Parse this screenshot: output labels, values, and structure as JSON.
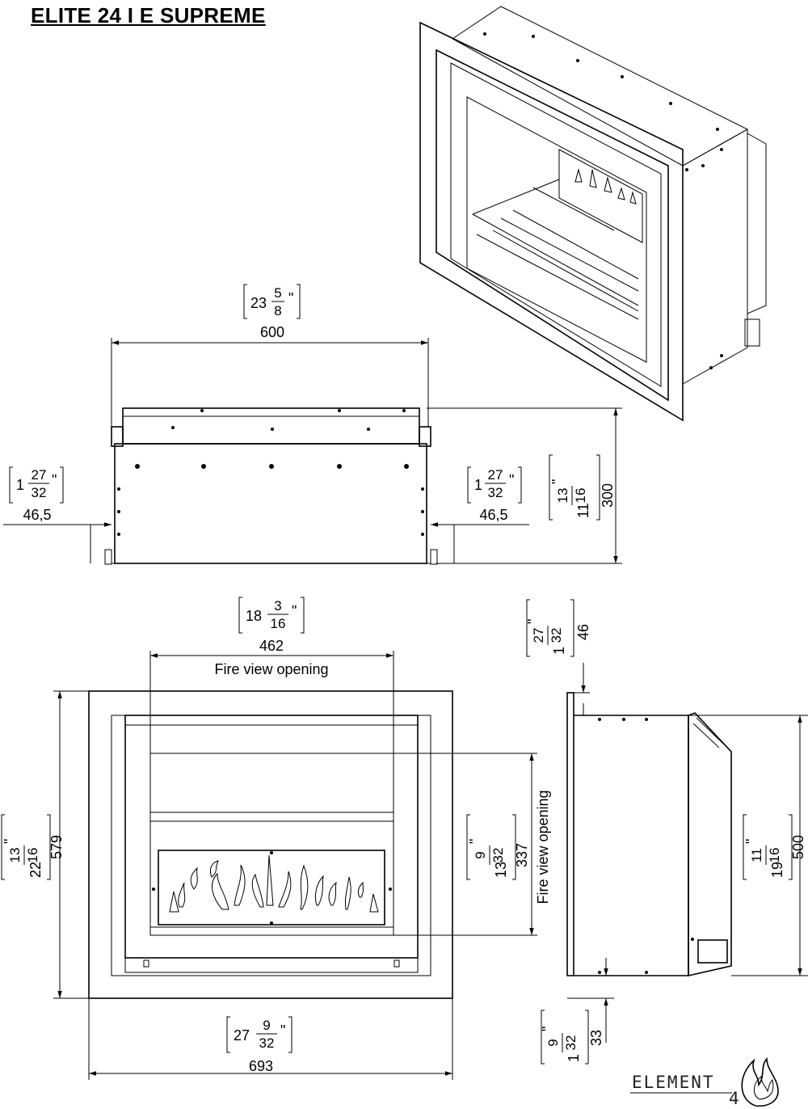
{
  "title": "ELITE 24 I E SUPREME",
  "dimensions": {
    "top_width": {
      "mm": "600",
      "in_whole": "23",
      "in_num": "5",
      "in_den": "8"
    },
    "top_height": {
      "mm": "300",
      "in_whole": "11",
      "in_num": "13",
      "in_den": "16"
    },
    "top_left_flange": {
      "mm": "46,5",
      "in_whole": "1",
      "in_num": "27",
      "in_den": "32"
    },
    "top_right_flange": {
      "mm": "46,5",
      "in_whole": "1",
      "in_num": "27",
      "in_den": "32"
    },
    "front_fire_width": {
      "mm": "462",
      "in_whole": "18",
      "in_num": "3",
      "in_den": "16",
      "label": "Fire view opening"
    },
    "front_height": {
      "mm": "579",
      "in_whole": "22",
      "in_num": "13",
      "in_den": "16"
    },
    "front_fire_height": {
      "mm": "337",
      "in_whole": "13",
      "in_num": "9",
      "in_den": "32",
      "label": "Fire view opening"
    },
    "front_width": {
      "mm": "693",
      "in_whole": "27",
      "in_num": "9",
      "in_den": "32"
    },
    "side_top": {
      "mm": "46",
      "in_whole": "1",
      "in_num": "27",
      "in_den": "32"
    },
    "side_height": {
      "mm": "500",
      "in_whole": "19",
      "in_num": "11",
      "in_den": "16"
    },
    "side_bottom": {
      "mm": "33",
      "in_whole": "1",
      "in_num": "9",
      "in_den": "32"
    }
  },
  "logo": {
    "text": "ELEMENT",
    "number": "4"
  }
}
